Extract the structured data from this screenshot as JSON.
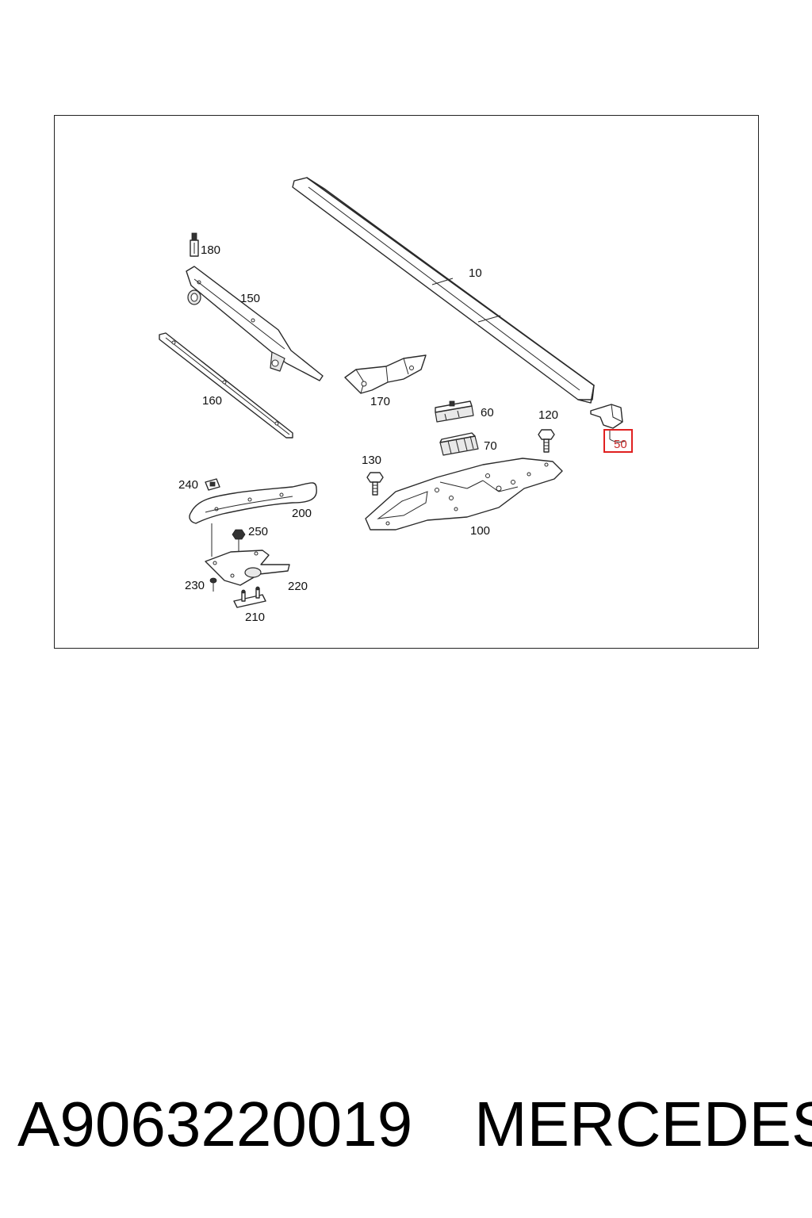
{
  "diagram": {
    "callouts": {
      "c10": "10",
      "c50": "50",
      "c60": "60",
      "c70": "70",
      "c100": "100",
      "c120": "120",
      "c130": "130",
      "c150": "150",
      "c160": "160",
      "c170": "170",
      "c180": "180",
      "c200": "200",
      "c210": "210",
      "c220": "220",
      "c230": "230",
      "c240": "240",
      "c250": "250"
    },
    "highlighted_callout": "50",
    "highlight_color": "#e02020"
  },
  "footer": {
    "part_number": "A9063220019",
    "brand": "MERCEDES"
  }
}
